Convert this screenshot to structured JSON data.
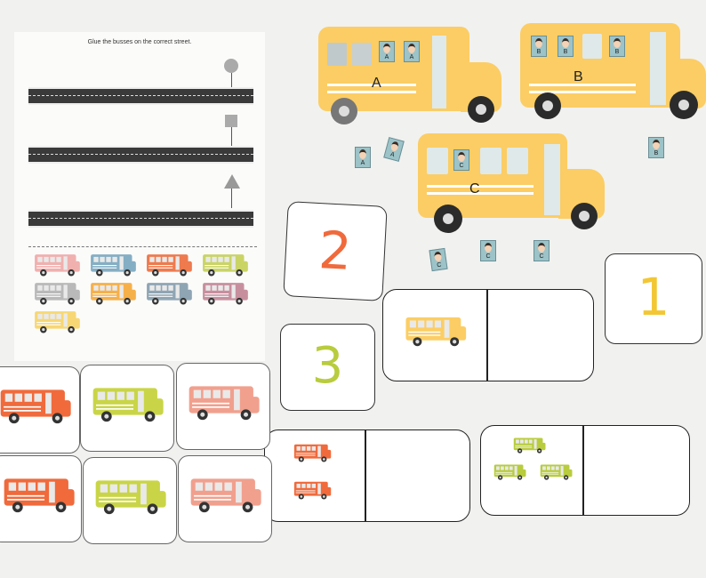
{
  "worksheet": {
    "instruction": "Glue the busses on the correct street.",
    "streets": [
      {
        "shape": "circle"
      },
      {
        "shape": "square"
      },
      {
        "shape": "triangle"
      }
    ],
    "cutout_bus_colors": [
      "#f0b0ae",
      "#84aec4",
      "#ee7a4d",
      "#c9d465",
      "#b9b9b9",
      "#f6b04a",
      "#8fa5b4",
      "#c78f9e",
      "#f7d774"
    ]
  },
  "big_buses": [
    {
      "letter": "A"
    },
    {
      "letter": "B"
    },
    {
      "letter": "C"
    }
  ],
  "loose_tiles": [
    "A",
    "A",
    "B",
    "C",
    "C",
    "C"
  ],
  "number_cards": [
    "2",
    "3",
    "1"
  ],
  "colors": {
    "bus_yellow": "#fbcd64",
    "orange": "#f06a3c",
    "lime": "#b8cc3e",
    "yellow_num": "#f3c734"
  }
}
